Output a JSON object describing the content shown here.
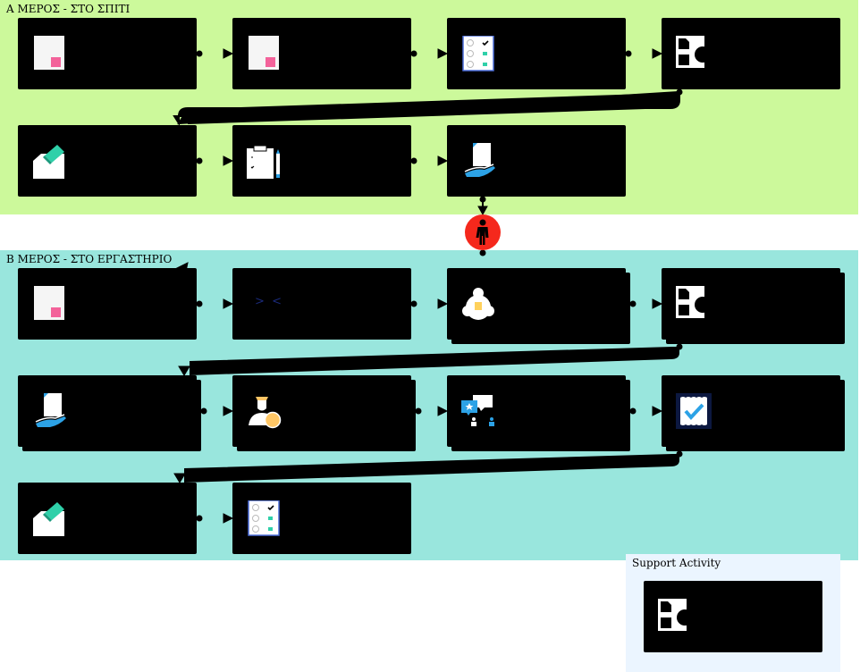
{
  "lanes": {
    "home": {
      "title": "Α ΜΕΡΟΣ - ΣΤΟ ΣΠΙΤΙ",
      "color": "#ccf99b"
    },
    "lab": {
      "title": "Β ΜΕΡΟΣ - ΣΤΟ ΕΡΓΑΣΤΗΡΙΟ",
      "color": "#99e6dd"
    },
    "support": {
      "title": "Support Activity",
      "color": "#ebf5ff"
    }
  },
  "glyphs": {
    "lab_card_2": ">  <"
  },
  "icons": {
    "page": "document-pink-icon",
    "checklist": "checklist-icon",
    "shapes": "shapes-icon",
    "ballot": "ballot-box-icon",
    "clipboard": "clipboard-pencil-icon",
    "hand_doc": "hand-document-icon",
    "flask": "flask-icon",
    "teacher": "teacher-icon",
    "discussion": "discussion-icon",
    "certificate": "certificate-check-icon",
    "person": "person-icon"
  },
  "colors": {
    "accent_pink": "#f3629a",
    "accent_teal": "#2fd0a9",
    "accent_blue": "#2ca2e6",
    "person_node": "#f5281c",
    "card": "#000000"
  }
}
